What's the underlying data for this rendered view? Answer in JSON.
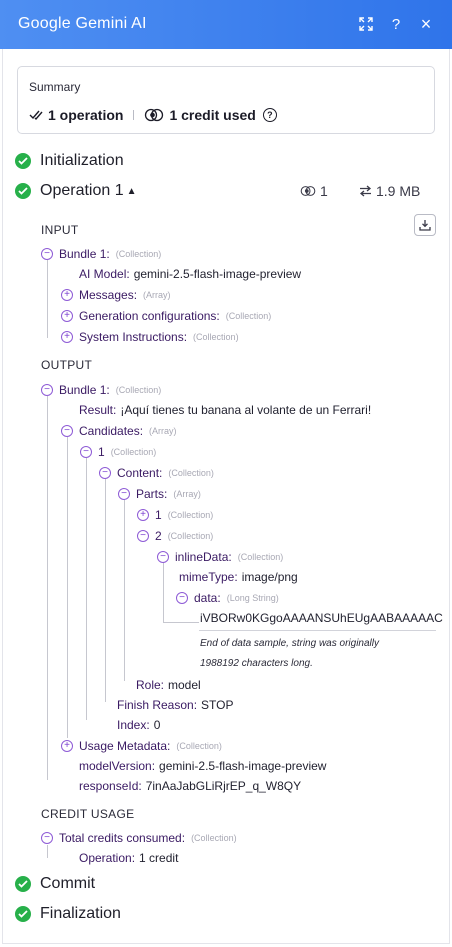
{
  "header": {
    "title": "Google Gemini AI",
    "help_label": "?",
    "close_label": "×"
  },
  "summary": {
    "title": "Summary",
    "operations": "1 operation",
    "credits": "1 credit used",
    "info_label": "?"
  },
  "stages": {
    "initialization": "Initialization",
    "operation": "Operation 1",
    "operation_credits": "1",
    "operation_size": "1.9 MB",
    "commit": "Commit",
    "finalization": "Finalization"
  },
  "input": {
    "heading": "INPUT",
    "bundle_key": "Bundle 1:",
    "bundle_type": "(Collection)",
    "model_key": "AI Model:",
    "model_val": "gemini-2.5-flash-image-preview",
    "messages_key": "Messages:",
    "messages_type": "(Array)",
    "gencfg_key": "Generation configurations:",
    "gencfg_type": "(Collection)",
    "sysinst_key": "System Instructions:",
    "sysinst_type": "(Collection)"
  },
  "output": {
    "heading": "OUTPUT",
    "bundle_key": "Bundle 1:",
    "bundle_type": "(Collection)",
    "result_key": "Result:",
    "result_val": "¡Aquí tienes tu banana al volante de un Ferrari!",
    "candidates_key": "Candidates:",
    "candidates_type": "(Array)",
    "cand1_key": "1",
    "cand1_type": "(Collection)",
    "content_key": "Content:",
    "content_type": "(Collection)",
    "parts_key": "Parts:",
    "parts_type": "(Array)",
    "part1_key": "1",
    "part1_type": "(Collection)",
    "part2_key": "2",
    "part2_type": "(Collection)",
    "inline_key": "inlineData:",
    "inline_type": "(Collection)",
    "mime_key": "mimeType:",
    "mime_val": "image/png",
    "data_key": "data:",
    "data_type": "(Long String)",
    "data_val": "iVBORw0KGgoAAAANSUhEUgAABAAAAAC",
    "note_line1": "End of data sample, string was originally",
    "note_line2": "1988192 characters long.",
    "role_key": "Role:",
    "role_val": "model",
    "finish_key": "Finish Reason:",
    "finish_val": "STOP",
    "index_key": "Index:",
    "index_val": "0",
    "usage_key": "Usage Metadata:",
    "usage_type": "(Collection)",
    "modelver_key": "modelVersion:",
    "modelver_val": "gemini-2.5-flash-image-preview",
    "respid_key": "responseId:",
    "respid_val": "7inAaJabGLiRjrEP_q_W8QY"
  },
  "credit_usage": {
    "heading": "CREDIT USAGE",
    "total_key": "Total credits consumed:",
    "total_type": "(Collection)",
    "operation_key": "Operation:",
    "operation_val": "1 credit"
  },
  "colors": {
    "header": "#2f74ea",
    "success": "#27b04a",
    "tree_key": "#3a1a63",
    "toggle": "#8e5bd6"
  }
}
